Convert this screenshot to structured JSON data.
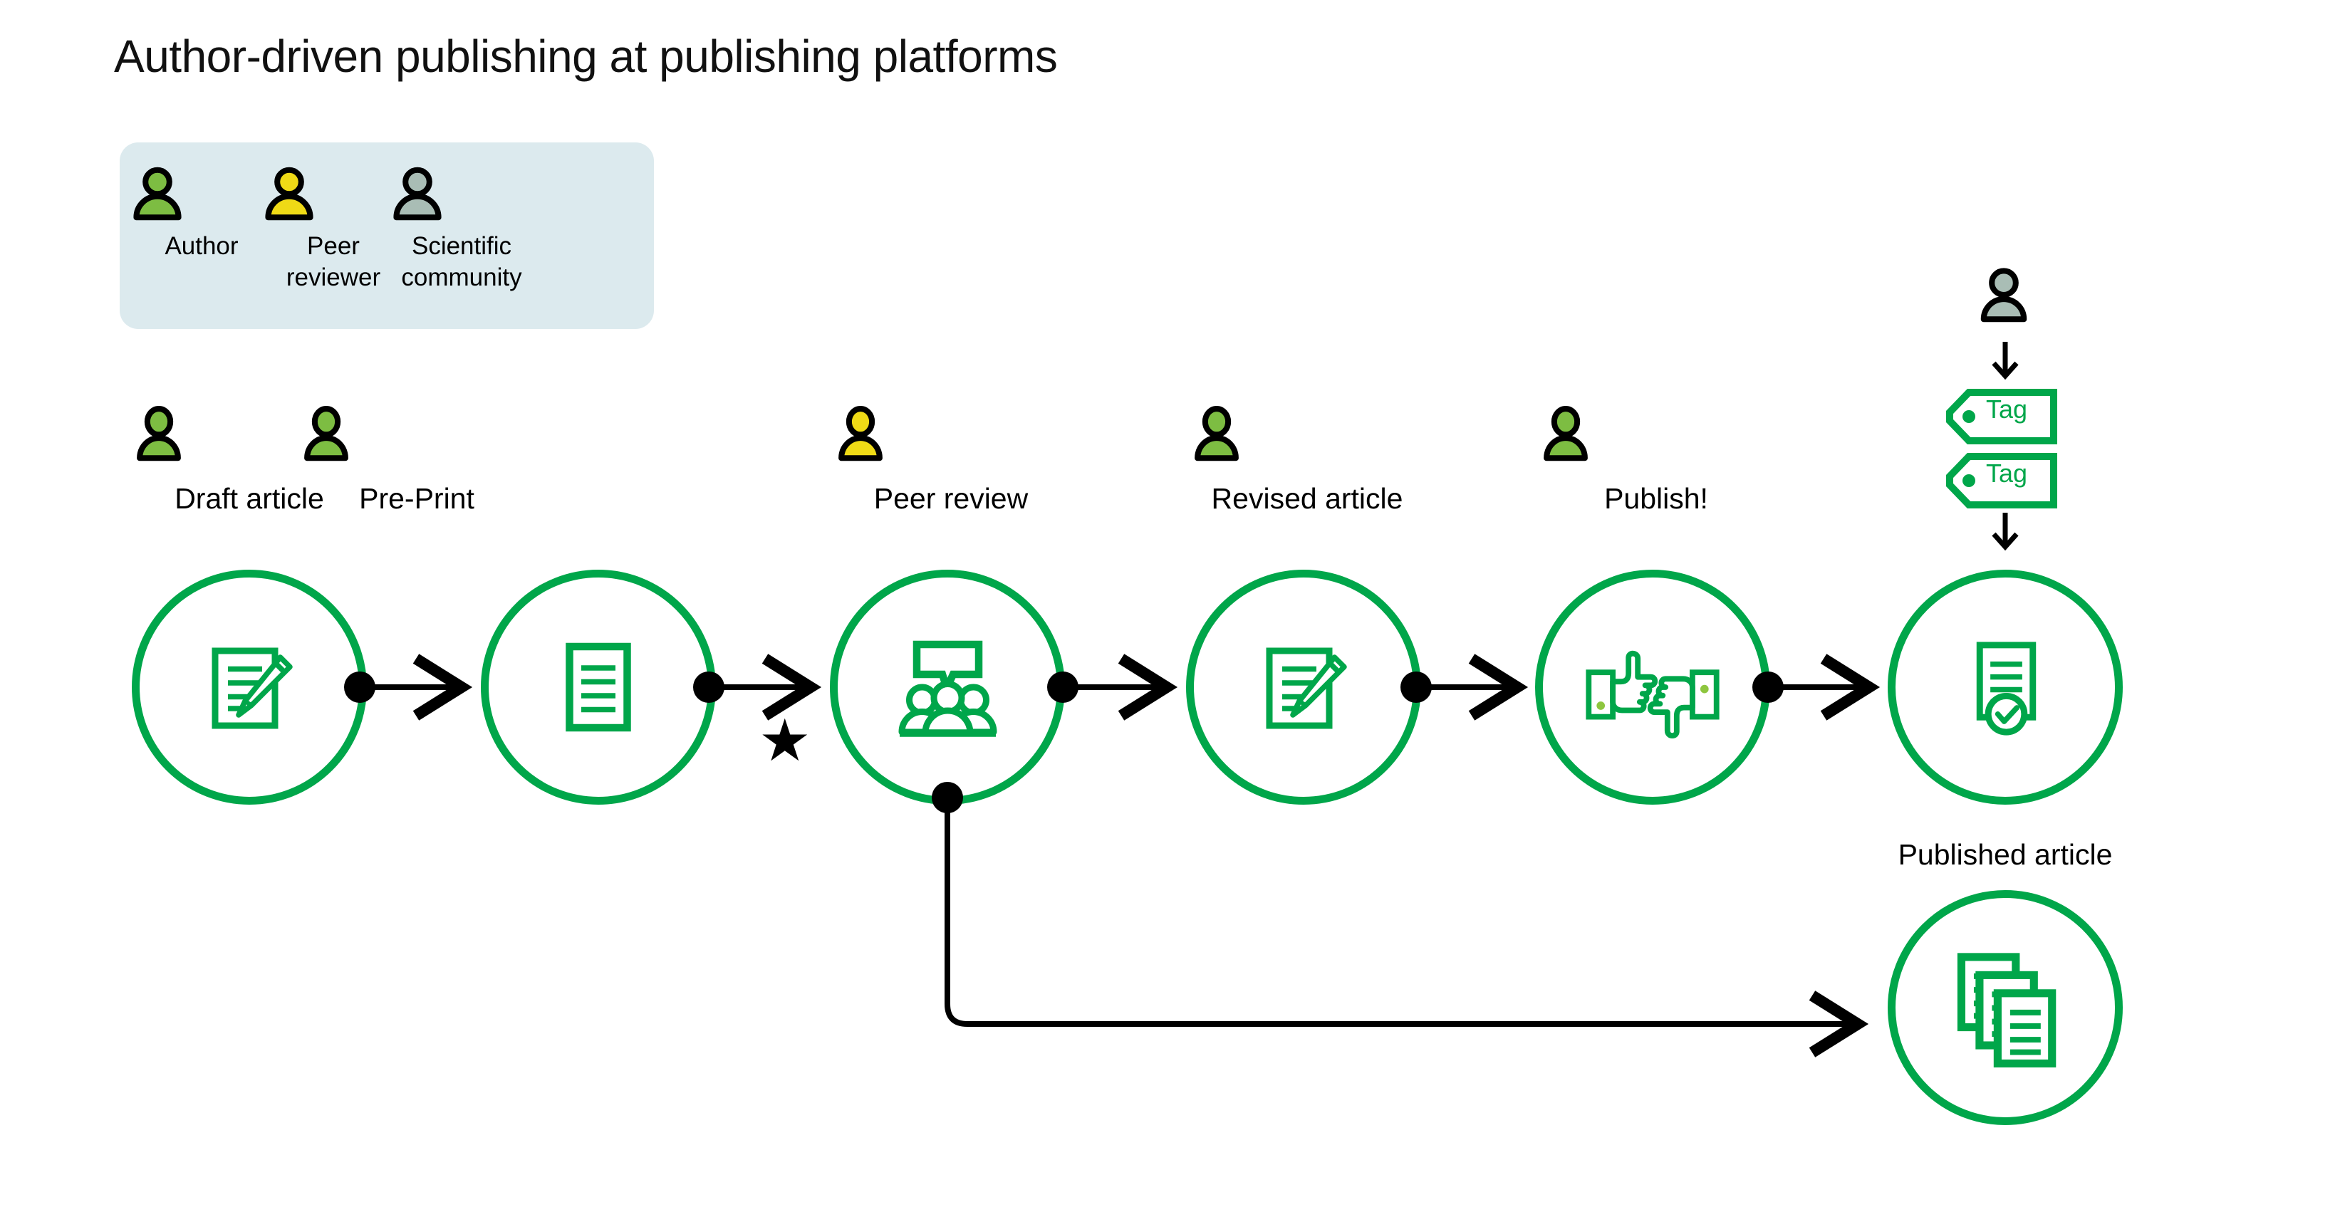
{
  "title": "Author-driven publishing at publishing platforms",
  "colors": {
    "flow_green": "#00a64a",
    "author_green": "#7dbd42",
    "reviewer_yellow": "#efda16",
    "community_gray": "#a9bdb5",
    "legend_background": "#dceaee",
    "connector_black": "#000000"
  },
  "legend": {
    "items": [
      {
        "label": "Author",
        "icon": "person-icon",
        "color": "#7dbd42"
      },
      {
        "label": "Peer\nreviewer",
        "label_line1": "Peer",
        "label_line2": "reviewer",
        "icon": "person-icon",
        "color": "#efda16"
      },
      {
        "label": "Scientific\ncommunity",
        "label_line1": "Scientific",
        "label_line2": "community",
        "icon": "person-icon",
        "color": "#a9bdb5"
      }
    ]
  },
  "flow": {
    "steps": [
      {
        "label": "Draft article",
        "actor": "author",
        "actor_color": "#7dbd42",
        "icon": "document-pencil-icon"
      },
      {
        "label": "Pre-Print",
        "actor": "author",
        "actor_color": "#7dbd42",
        "icon": "document-lines-icon"
      },
      {
        "label": "Peer review",
        "actor": "peer-reviewer",
        "actor_color": "#efda16",
        "icon": "people-comment-icon"
      },
      {
        "label": "Revised article",
        "actor": "author",
        "actor_color": "#7dbd42",
        "icon": "document-pencil-icon"
      },
      {
        "label": "Publish!",
        "actor": "author",
        "actor_color": "#7dbd42",
        "icon": "thumbs-up-down-icon"
      }
    ],
    "star_marker": "★",
    "arrow_glyph": "→"
  },
  "published": {
    "community_actor": "scientific-community",
    "community_actor_color": "#a9bdb5",
    "tags": [
      {
        "text": "Tag"
      },
      {
        "text": "Tag"
      }
    ],
    "node_icon": "document-check-icon",
    "caption": "Published article",
    "collection_icon": "documents-stack-icon"
  }
}
